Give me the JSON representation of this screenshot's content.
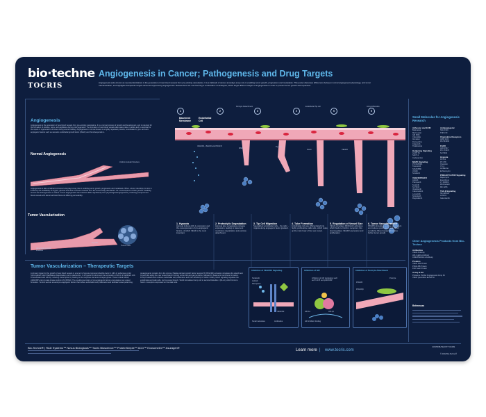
{
  "brand": {
    "name": "bio·techne",
    "sub": "TOCRIS"
  },
  "title": "Angiogenesis in Cancer; Pathogenesis and Drug Targets",
  "intro": "Angiogenesis (also known as neovascularization) is the generation of new blood vessels from pre-existing vasculature. It is a hallmark of cancer and plays a key role in enabling tumor growth, progression and metastasis. This poster discusses differences between normal angiogenesis physiology, and tumor vascularization, and highlights therapeutic targets aimed at suppressing angiogenesis. Researchers are now favoring a combination of strategies, which target different stages of angiogenesis in order to prevent tumor growth and expansion.",
  "left": {
    "angio_heading": "Angiogenesis",
    "angio_text": "Angiogenesis is the generation of new blood vessels from pre-existing vasculature. It is a normal process of growth and development, and is required for the formation of arteries, veins, and capillaries during embryogenesis. The formation of new blood vessels also takes place in adults and is essential for the repair or regeneration of tissue during wound healing. Angiogenesis in normal tissues is a tightly regulated process, coordinated by pro- and anti-angiogenic factors such as vascular endothelial growth factor (VEGF) and thrombospondin-1.",
    "normal_heading": "Normal Angiogenesis",
    "normal_label": "Uniform tubular Structure",
    "hallmark_text": "Angiogenesis is also a hallmark of cancer and plays a key role in enabling tumor growth, progression and metastasis. When a tumor develops, its size is limited by the availability of oxygen, glucose and other nutrients received from the surrounding vasculature. As a consequence of their genetic instability, tumors are heterogeneous in nature. Tumor angiogenesis can therefore differ significantly from physiological angiogenesis, producing poorly formed blood vessels with abnormal blood flow and differing permeability.",
    "tumor_vasc_heading": "Tumor Vascularization",
    "tumor_labels": [
      "Abnormal vascular structure",
      "Tip Cell",
      "Tumor Cells"
    ]
  },
  "diagram": {
    "top_labels": [
      "Pericyte Detachment",
      "Endothelial Tip cell",
      "Anti-proliferative"
    ],
    "row_labels": [
      "Basement Membrane",
      "Endothelial Cell"
    ],
    "labels_small": [
      "VEGFR1, VEGFR and PDGFR",
      "MMP",
      "Tip Cell",
      "Notch",
      "VEGFR"
    ],
    "steps": [
      {
        "num": "1",
        "title": "1. Hypoxia",
        "text": "Hypoxia induces HIF-1 expression and the overexpression of pro-angiogenic factors, of which VEGF is the most important."
      },
      {
        "num": "2",
        "title": "2. Proteolytic Degradation",
        "text": "Hypoxia also upregulates protease expression, leading to basement membrane degradation and pericyte detachment."
      },
      {
        "num": "3",
        "title": "3. Tip Cell Migration",
        "text": "Specialized endothelial cells – 'tip cells' – migrate along angiogenic factor gradient."
      },
      {
        "num": "4",
        "title": "4. Tube Formation",
        "text": "Endothelial cells are differentiated into highly proliferative stalk cells, which make up the main body of the new vessel."
      },
      {
        "num": "5",
        "title": "5. Regulation of Vessel Size",
        "text": "VEGF stimulates Dll4/Notch activation, which binds to Notch-1 receptors; this downregulates VEGFR expression and proliferation."
      },
      {
        "num": "6",
        "title": "6. Tumor Vascularization",
        "text": "PDGFB stimulates pericyte attachment and reduces proliferation and VEGF sensitivity. Blood supply stimulates further tumor growth."
      }
    ]
  },
  "therapeutic": {
    "heading": "Tumor Vascularization – Therapeutic Targets",
    "col1": "A primary trigger for the growth of new blood vessels in a tumor is hypoxia. Hypoxia inducible factor 1 (HIF-1) undergoes prolyl hydroxylation, which facilitates ubiquitination and its destruction. In a hypoxic environment the expression of HIF-1 is stabilized. HIF-1α associates with HIF-1β, inducing transcription by binding to the response elements of target genes. These include VEGF, p300/CBP and pyruvate kinase isoform M2 (PKM2). The resulting secretion of pro-angiogenic factors encourages new vessel formation. Tumors secrete several pro-angiogenic factors that induce endothelial cell proliferation and facilitate vessel patterning.",
    "col2": "proangiogenic proteins from the stroma. Platelet-derived growth factor receptor B (PDGFRβ) activation stimulates the attachment of pericytes along the new vessel branch forming cell-to-cell and gap junctions, followed by basement membrane formation. Pericyte attachment reduces endothelial cell proliferation and their sensitivity to VEGF. Finally, Notch signaling regulates the endothelial and stalk cells. As the vessel branch, VEGF stimulates the tip cell to secrete Delta-like 4 (DLL4), which binds to Notch-1 receptors expressed on the stalk cells.",
    "panel1_title": "Inhibition of VEGFR2 Signaling",
    "panel1_labels": [
      "Sorafenib",
      "Axitinib",
      "Pazopanib",
      "VEGFR2"
    ],
    "panel1_legend": [
      "Small molecules",
      "Antibodies"
    ],
    "panel2_title": "Inhibition of HIF",
    "panel2_labels": [
      "Inhibition of HIF translation such as PX-478 and p300/CBP",
      "HIF-1α",
      "HIF-1β",
      "HIF inhibitor binding"
    ],
    "panel3_title": "Inhibition of Pericyte Attachment",
    "panel3_labels": [
      "PDGFB",
      "PDGFRβ",
      "Pericyte"
    ]
  },
  "sidebar": {
    "heading": "Small Molecules for Angiogenesis Research",
    "cols": [
      [
        {
          "h": "Adhesion and ECM",
          "items": [
            "Batimastat",
            "Marimastat",
            "GM 6001",
            "Cilengitide",
            "Ilomastat",
            "Doxycycline",
            "Celecoxib",
            "Thalidomide"
          ]
        },
        {
          "h": "Hedgehog Signaling",
          "items": [
            "GANT 61",
            "SANT-1",
            "Cyclopamine"
          ]
        },
        {
          "h": "MAPK Signaling",
          "items": [
            "PD 0325901",
            "Trametinib",
            "SB 203580",
            "U0126",
            "Sorafenib"
          ]
        },
        {
          "h": "VEGFR/PDGFR",
          "items": [
            "Axitinib",
            "Pazopanib",
            "Sunitinib",
            "SU 5416",
            "Vandetanib",
            "Cabozantinib",
            "Lenvatinib",
            "Nintedanib",
            "Regorafenib"
          ]
        }
      ],
      [
        {
          "h": "Antiangiogenic",
          "items": [
            "SKLB 610",
            "TNP-470"
          ]
        },
        {
          "h": "Chemokine Receptors",
          "items": [
            "AMD 3100",
            "RS 504393"
          ]
        },
        {
          "h": "FGFR",
          "items": [
            "AZD 4547",
            "PD 173074",
            "SU 5402"
          ]
        },
        {
          "h": "Hypoxia",
          "items": [
            "KC7F2",
            "PX 478",
            "Chetomin",
            "YC-1",
            "Acriflavine",
            "Echinomycin"
          ]
        },
        {
          "h": "PI3K/AKT/mTOR Signaling",
          "items": [
            "Rapamycin",
            "Everolimus",
            "LY 294002",
            "Wortmannin",
            "MK 2206"
          ]
        },
        {
          "h": "TGF-β Signaling",
          "items": [
            "SB 431542",
            "A 83-01",
            "Galunisertib"
          ]
        }
      ]
    ],
    "products_heading": "Other Angiogenesis Products from Bio-Techne",
    "products": [
      {
        "h": "Antibodies",
        "items": [
          "VEGF Antibody",
          "HIF-1 alpha Antibody",
          "CD31/PECAM-1 Antibody"
        ]
      },
      {
        "h": "Proteins",
        "items": [
          "VEGF 165 Protein",
          "PDGF-BB Protein",
          "FGF basic Protein"
        ]
      },
      {
        "h": "Assay & Kit",
        "items": [
          "Proteome Profiler Angiogenesis Array Kit",
          "VEGF Quantikine ELISA Kit"
        ]
      }
    ],
    "references_heading": "References"
  },
  "footer": {
    "brands": "Bio-Techne® | R&D Systems™ Novus Biologicals™ Tocris Bioscience™ ProteinSimple™ ACD™ ExosomeDx™ Asuragen®",
    "learn": "Learn more",
    "url": "www.tocris.com",
    "contrib": "CONTRIBUTED BY TOCRIS",
    "copy": "© 2022 Bio-Techne®"
  }
}
